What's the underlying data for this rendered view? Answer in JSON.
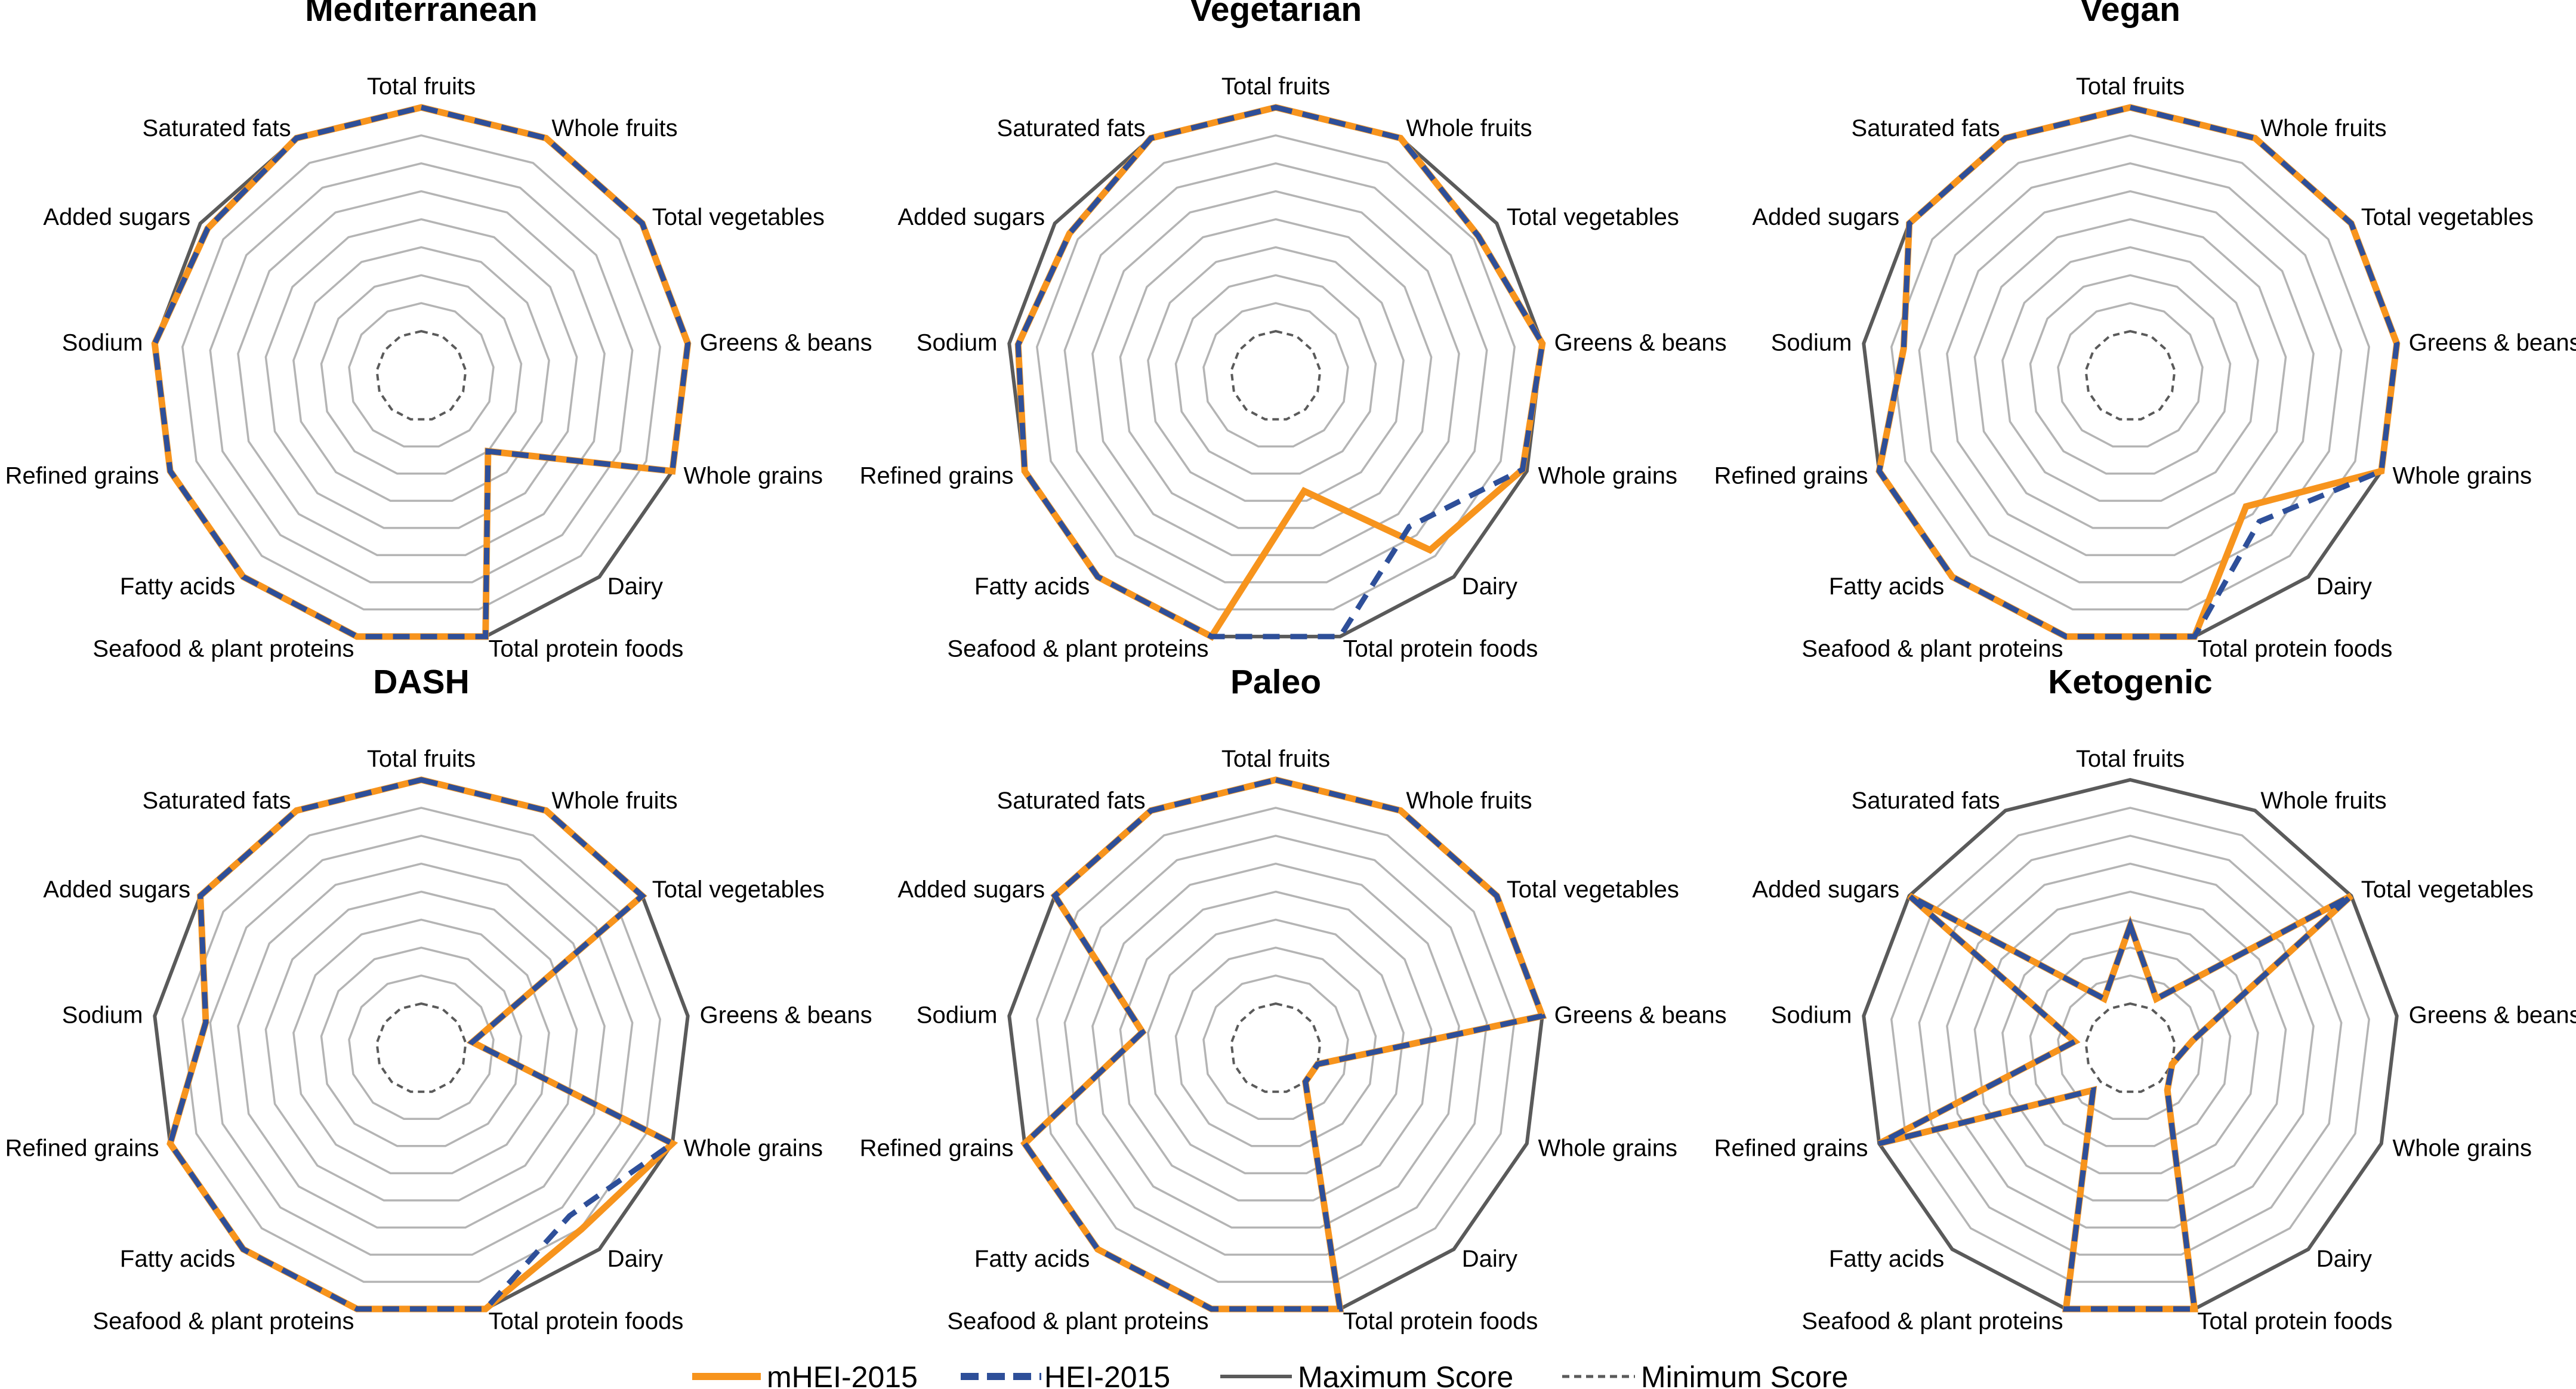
{
  "legend": {
    "items": [
      {
        "label": "mHEI-2015",
        "color": "#f7941d",
        "style": "solid-thick"
      },
      {
        "label": "HEI-2015",
        "color": "#2e4f99",
        "style": "dashed-thick"
      },
      {
        "label": "Maximum Score",
        "color": "#5a5a5a",
        "style": "solid-thin"
      },
      {
        "label": "Minimum Score",
        "color": "#5a5a5a",
        "style": "dashed-thin"
      }
    ]
  },
  "colors": {
    "mhei": "#f7941d",
    "hei": "#2e4f99",
    "max": "#5a5a5a",
    "grid": "#b4b4b4"
  },
  "chart_data": [
    {
      "type": "radar",
      "title": "Mediterranean",
      "categories": [
        "Total fruits",
        "Whole fruits",
        "Total vegetables",
        "Greens & beans",
        "Whole grains",
        "Dairy",
        "Total protein foods",
        "Seafood & plant proteins",
        "Fatty acids",
        "Refined grains",
        "Sodium",
        "Added sugars",
        "Saturated fats"
      ],
      "range": [
        0,
        100
      ],
      "rings": 8,
      "grid": true,
      "legend_position": "bottom",
      "series": [
        {
          "name": "mHEI-2015",
          "values": [
            100,
            100,
            100,
            100,
            100,
            25,
            100,
            100,
            100,
            100,
            100,
            96,
            100
          ]
        },
        {
          "name": "HEI-2015",
          "values": [
            100,
            100,
            100,
            100,
            100,
            25,
            100,
            100,
            100,
            100,
            100,
            96,
            100
          ]
        },
        {
          "name": "Maximum Score",
          "values": [
            100,
            100,
            100,
            100,
            100,
            100,
            100,
            100,
            100,
            100,
            100,
            100,
            100
          ]
        },
        {
          "name": "Minimum Score",
          "values": [
            0,
            0,
            0,
            0,
            0,
            0,
            0,
            0,
            0,
            0,
            0,
            0,
            0
          ]
        }
      ]
    },
    {
      "type": "radar",
      "title": "Vegetarian",
      "categories": [
        "Total fruits",
        "Whole fruits",
        "Total vegetables",
        "Greens & beans",
        "Whole grains",
        "Dairy",
        "Total protein foods",
        "Seafood & plant proteins",
        "Fatty acids",
        "Refined grains",
        "Sodium",
        "Added sugars",
        "Saturated fats"
      ],
      "range": [
        0,
        100
      ],
      "rings": 8,
      "grid": true,
      "legend_position": "bottom",
      "series": [
        {
          "name": "mHEI-2015",
          "values": [
            100,
            100,
            90,
            100,
            98,
            84,
            33,
            100,
            100,
            100,
            96,
            92,
            100
          ]
        },
        {
          "name": "HEI-2015",
          "values": [
            100,
            100,
            90,
            100,
            98,
            70,
            100,
            100,
            100,
            100,
            96,
            92,
            100
          ]
        },
        {
          "name": "Maximum Score",
          "values": [
            100,
            100,
            100,
            100,
            100,
            100,
            100,
            100,
            100,
            100,
            100,
            100,
            100
          ]
        },
        {
          "name": "Minimum Score",
          "values": [
            0,
            0,
            0,
            0,
            0,
            0,
            0,
            0,
            0,
            0,
            0,
            0,
            0
          ]
        }
      ]
    },
    {
      "type": "radar",
      "title": "Vegan",
      "categories": [
        "Total fruits",
        "Whole fruits",
        "Total vegetables",
        "Greens & beans",
        "Whole grains",
        "Dairy",
        "Total protein foods",
        "Seafood & plant proteins",
        "Fatty acids",
        "Refined grains",
        "Sodium",
        "Added sugars",
        "Saturated fats"
      ],
      "range": [
        0,
        100
      ],
      "rings": 8,
      "grid": true,
      "legend_position": "bottom",
      "series": [
        {
          "name": "mHEI-2015",
          "values": [
            100,
            100,
            100,
            100,
            100,
            58,
            100,
            100,
            100,
            100,
            82,
            100,
            100
          ]
        },
        {
          "name": "HEI-2015",
          "values": [
            100,
            100,
            100,
            100,
            100,
            67,
            100,
            100,
            100,
            100,
            82,
            100,
            100
          ]
        },
        {
          "name": "Maximum Score",
          "values": [
            100,
            100,
            100,
            100,
            100,
            100,
            100,
            100,
            100,
            100,
            100,
            100,
            100
          ]
        },
        {
          "name": "Minimum Score",
          "values": [
            0,
            0,
            0,
            0,
            0,
            0,
            0,
            0,
            0,
            0,
            0,
            0,
            0
          ]
        }
      ]
    },
    {
      "type": "radar",
      "title": "DASH",
      "categories": [
        "Total fruits",
        "Whole fruits",
        "Total vegetables",
        "Greens & beans",
        "Whole grains",
        "Dairy",
        "Total protein foods",
        "Seafood & plant proteins",
        "Fatty acids",
        "Refined grains",
        "Sodium",
        "Added sugars",
        "Saturated fats"
      ],
      "range": [
        0,
        100
      ],
      "rings": 8,
      "grid": true,
      "legend_position": "bottom",
      "series": [
        {
          "name": "mHEI-2015",
          "values": [
            100,
            100,
            100,
            3,
            100,
            88,
            100,
            100,
            100,
            100,
            77,
            100,
            100
          ]
        },
        {
          "name": "HEI-2015",
          "values": [
            100,
            100,
            100,
            3,
            100,
            80,
            100,
            100,
            100,
            100,
            77,
            100,
            100
          ]
        },
        {
          "name": "Maximum Score",
          "values": [
            100,
            100,
            100,
            100,
            100,
            100,
            100,
            100,
            100,
            100,
            100,
            100,
            100
          ]
        },
        {
          "name": "Minimum Score",
          "values": [
            0,
            0,
            0,
            0,
            0,
            0,
            0,
            0,
            0,
            0,
            0,
            0,
            0
          ]
        }
      ]
    },
    {
      "type": "radar",
      "title": "Paleo",
      "categories": [
        "Total fruits",
        "Whole fruits",
        "Total vegetables",
        "Greens & beans",
        "Whole grains",
        "Dairy",
        "Total protein foods",
        "Seafood & plant proteins",
        "Fatty acids",
        "Refined grains",
        "Sodium",
        "Added sugars",
        "Saturated fats"
      ],
      "range": [
        0,
        100
      ],
      "rings": 8,
      "grid": true,
      "legend_position": "bottom",
      "series": [
        {
          "name": "mHEI-2015",
          "values": [
            100,
            100,
            100,
            100,
            0,
            0,
            100,
            100,
            100,
            100,
            40,
            100,
            100
          ]
        },
        {
          "name": "HEI-2015",
          "values": [
            100,
            100,
            100,
            100,
            0,
            0,
            100,
            100,
            100,
            100,
            40,
            100,
            100
          ]
        },
        {
          "name": "Maximum Score",
          "values": [
            100,
            100,
            100,
            100,
            100,
            100,
            100,
            100,
            100,
            100,
            100,
            100,
            100
          ]
        },
        {
          "name": "Minimum Score",
          "values": [
            0,
            0,
            0,
            0,
            0,
            0,
            0,
            0,
            0,
            0,
            0,
            0,
            0
          ]
        }
      ]
    },
    {
      "type": "radar",
      "title": "Ketogenic",
      "categories": [
        "Total fruits",
        "Whole fruits",
        "Total vegetables",
        "Greens & beans",
        "Whole grains",
        "Dairy",
        "Total protein foods",
        "Seafood & plant proteins",
        "Fatty acids",
        "Refined grains",
        "Sodium",
        "Added sugars",
        "Saturated fats"
      ],
      "range": [
        0,
        100
      ],
      "rings": 8,
      "grid": true,
      "legend_position": "bottom",
      "series": [
        {
          "name": "mHEI-2015",
          "values": [
            35,
            5,
            100,
            8,
            0,
            5,
            100,
            100,
            5,
            100,
            5,
            100,
            5
          ]
        },
        {
          "name": "HEI-2015",
          "values": [
            35,
            5,
            100,
            8,
            0,
            5,
            100,
            100,
            5,
            100,
            5,
            100,
            5
          ]
        },
        {
          "name": "Maximum Score",
          "values": [
            100,
            100,
            100,
            100,
            100,
            100,
            100,
            100,
            100,
            100,
            100,
            100,
            100
          ]
        },
        {
          "name": "Minimum Score",
          "values": [
            0,
            0,
            0,
            0,
            0,
            0,
            0,
            0,
            0,
            0,
            0,
            0,
            0
          ]
        }
      ]
    }
  ]
}
